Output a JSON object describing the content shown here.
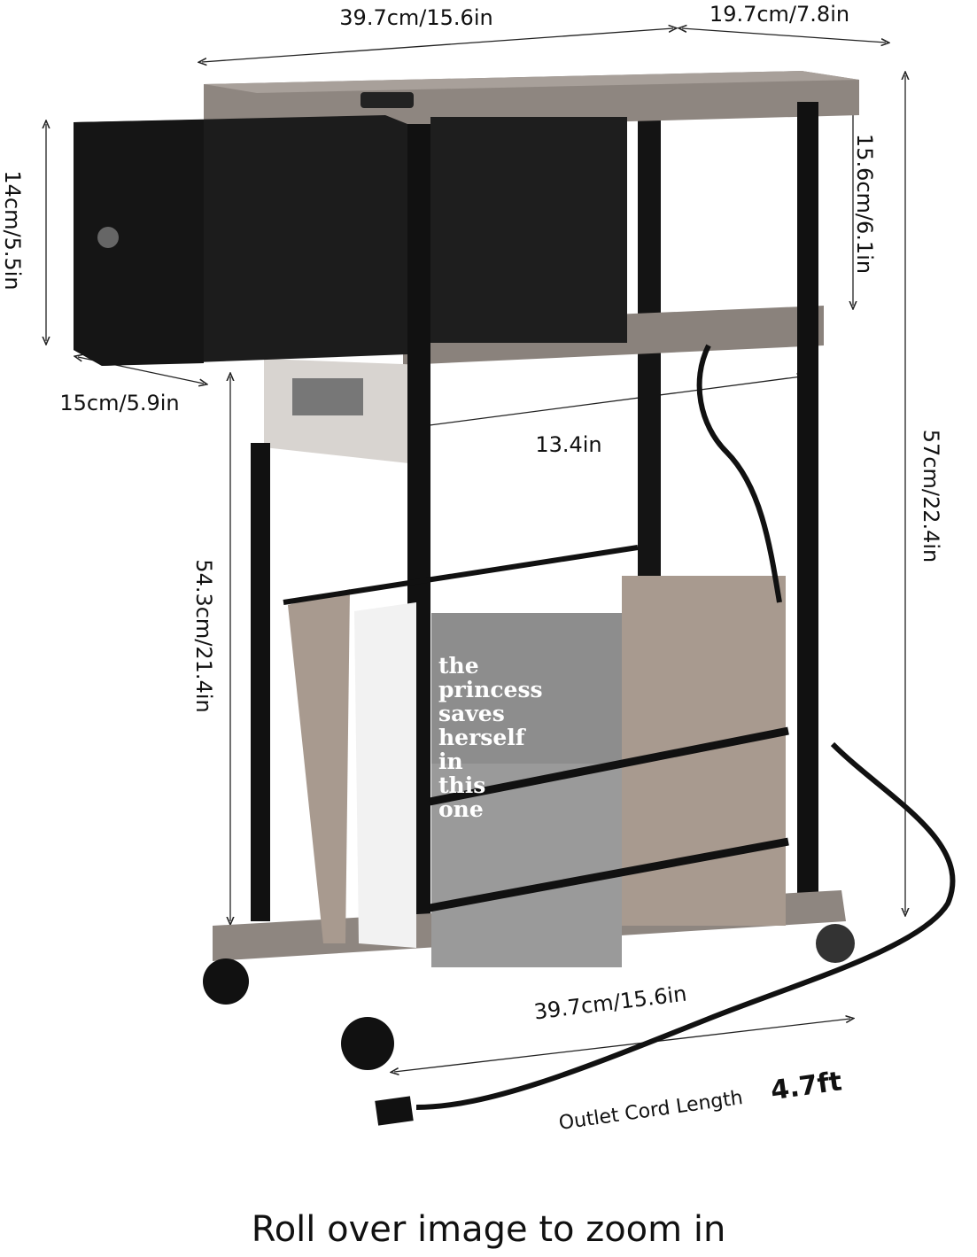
{
  "dimensions": {
    "top_width": "39.7cm/15.6in",
    "top_depth": "19.7cm/7.8in",
    "drawer_height": "14cm/5.5in",
    "shelf_gap": "15.6cm/6.1in",
    "drawer_depth": "15cm/5.9in",
    "inner_width": "13.4in",
    "total_height": "57cm/22.4in",
    "lower_height": "54.3cm/21.4in",
    "base_width": "39.7cm/15.6in"
  },
  "cord": {
    "label": "Outlet Cord Length",
    "length": "4.7ft"
  },
  "book_title": [
    "the",
    "princess",
    "saves",
    "herself",
    "in",
    "this",
    "one"
  ],
  "colors": {
    "wood": "#8e8680",
    "frame": "#111111",
    "drawer": "#1c1c1c",
    "book_tan": "#a89a8f"
  },
  "footer": {
    "text": "Roll over image to zoom in"
  }
}
